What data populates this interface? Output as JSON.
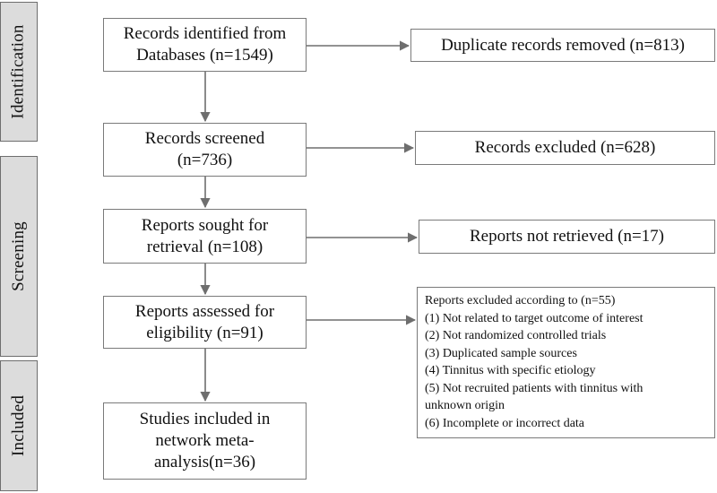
{
  "phases": {
    "identification": "Identification",
    "screening": "Screening",
    "included": "Included"
  },
  "flow": {
    "identified": "Records identified from\nDatabases (n=1549)",
    "screened": "Records screened\n(n=736)",
    "sought": "Reports sought for\nretrieval (n=108)",
    "assessed": "Reports assessed for\neligibility (n=91)",
    "included": "Studies included in\nnetwork meta-\nanalysis(n=36)"
  },
  "exclusions": {
    "duplicates": "Duplicate records removed (n=813)",
    "excluded": "Records excluded (n=628)",
    "not_retrieved": "Reports not retrieved (n=17)",
    "reasons_header": "Reports excluded according to (n=55)",
    "reasons": [
      "(1) Not related to target outcome of interest",
      "(2) Not randomized controlled trials",
      "(3) Duplicated sample sources",
      "(4) Tinnitus with specific etiology",
      "(5) Not recruited patients with tinnitus with\nunknown origin",
      "(6) Incomplete or incorrect data"
    ]
  }
}
